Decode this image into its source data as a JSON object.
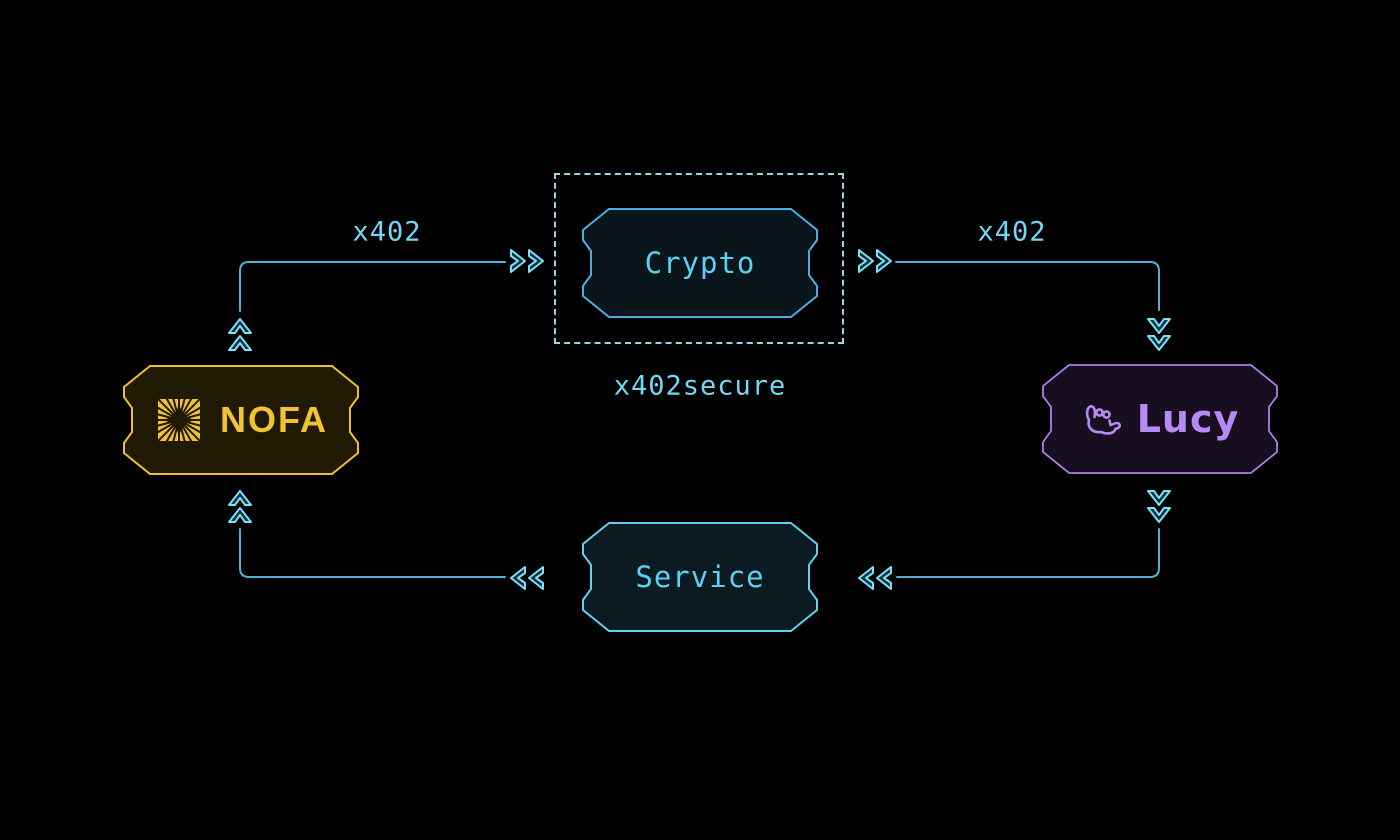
{
  "nodes": {
    "nofa": {
      "label": "NOFA",
      "icon": "sunburst-icon",
      "accent": "#f2c331",
      "fill": "#201a05"
    },
    "crypto": {
      "label": "Crypto",
      "icon": null,
      "accent": "#5bd2f5",
      "fill": "#0a151c"
    },
    "lucy": {
      "label": "Lucy",
      "icon": "shaka-hand-icon",
      "accent": "#b68af2",
      "fill": "#170e1f"
    },
    "service": {
      "label": "Service",
      "icon": null,
      "accent": "#5bd2f5",
      "fill": "#0c1a21"
    }
  },
  "group": {
    "label": "x402secure",
    "contains": "Crypto",
    "border_style": "dashed",
    "border_color": "#9ed3e6"
  },
  "edges": [
    {
      "from": "NOFA",
      "to": "Crypto",
      "label": "x402",
      "arrow_style": "double-chevron"
    },
    {
      "from": "Crypto",
      "to": "Lucy",
      "label": "x402",
      "arrow_style": "double-chevron"
    },
    {
      "from": "Lucy",
      "to": "Service",
      "label": "",
      "arrow_style": "double-chevron"
    },
    {
      "from": "Service",
      "to": "NOFA",
      "label": "",
      "arrow_style": "double-chevron"
    }
  ],
  "colors": {
    "background": "#000000",
    "connector": "#4fb1d6",
    "chevron_stroke": "#7fdef8",
    "chevron_fill": "#0d3240",
    "edge_label": "#74d7f3"
  }
}
